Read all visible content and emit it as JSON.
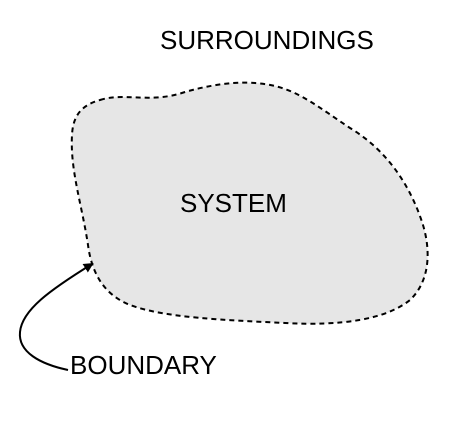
{
  "diagram": {
    "surroundings_label": "SURROUNDINGS",
    "system_label": "SYSTEM",
    "boundary_label": "BOUNDARY",
    "colors": {
      "system_fill": "#e6e6e6",
      "boundary_stroke": "#000000",
      "text": "#000000",
      "background": "#ffffff"
    },
    "boundary_style": "dashed"
  }
}
